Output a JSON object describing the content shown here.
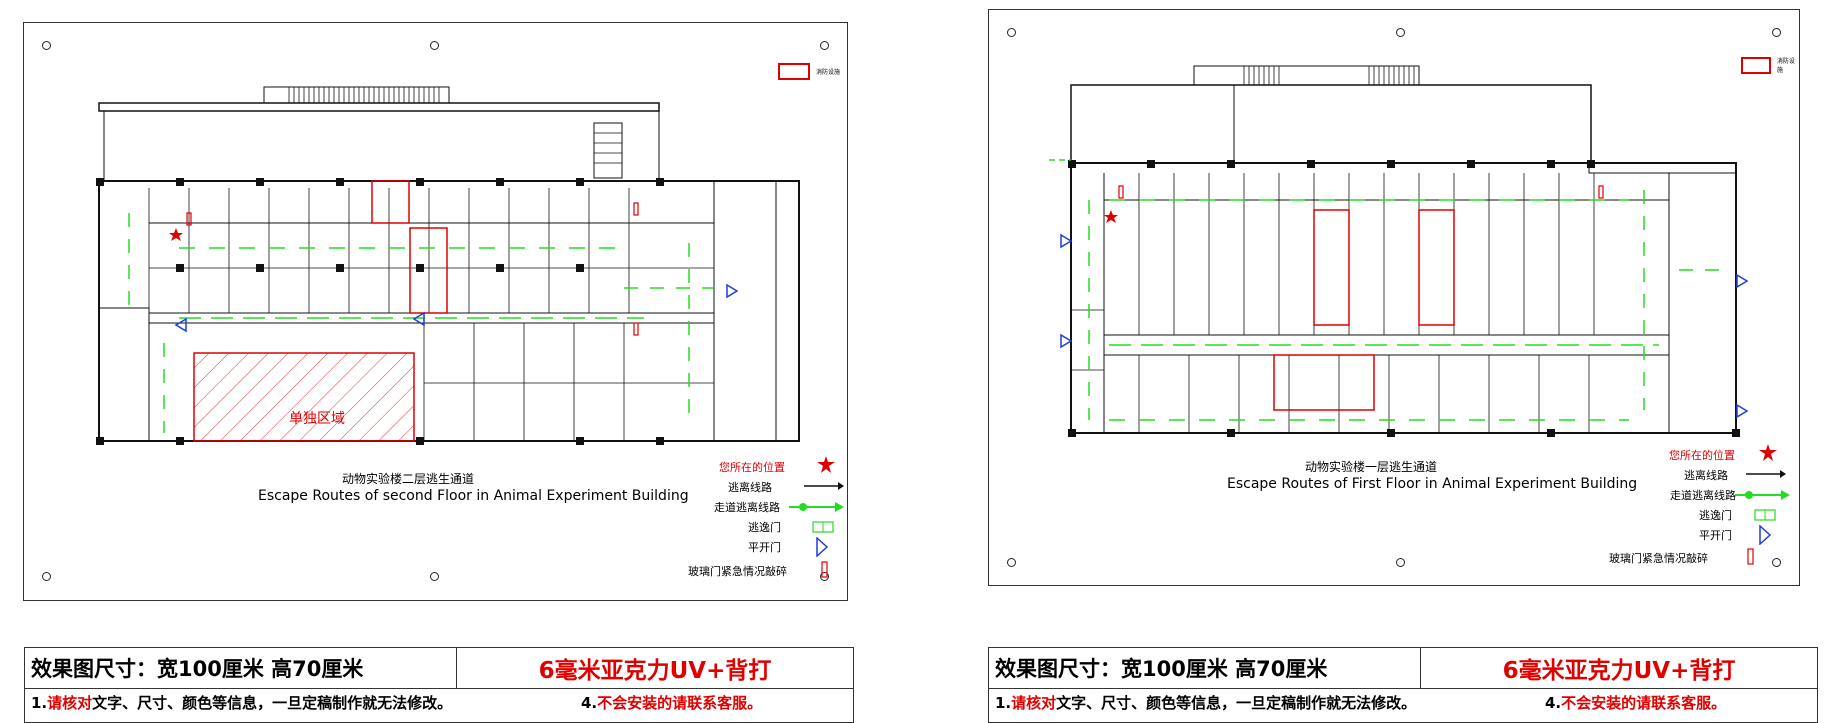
{
  "plans": [
    {
      "id": "second",
      "title_cn": "动物实验楼二层逃生通道",
      "title_en": "Escape Routes of second Floor in Animal Experiment Building",
      "isolation_zone_label": "单独区域",
      "fire_legend_label": "消防设施",
      "legend": {
        "you_are_here": "您所在的位置",
        "escape_route": "逃离线路",
        "corridor_route": "走道逃离线路",
        "escape_door": "逃逸门",
        "swing_door": "平开门",
        "glass_door": "玻璃门紧急情况敲碎"
      },
      "info": {
        "size": "效果图尺寸：宽100厘米  高70厘米",
        "material": "6毫米亚克力UV+背打",
        "note1_prefix": "1.",
        "note1_red": "请核对",
        "note1_rest": "文字、尺寸、颜色等信息，一旦定稿制作就无法修改。",
        "note4_prefix": "4.",
        "note4_red": "不会安装的请联系客服。"
      }
    },
    {
      "id": "first",
      "title_cn": "动物实验楼一层逃生通道",
      "title_en": "Escape Routes of First Floor in Animal Experiment Building",
      "fire_legend_label": "消防设施",
      "legend": {
        "you_are_here": "您所在的位置",
        "escape_route": "逃离线路",
        "corridor_route": "走道逃离线路",
        "escape_door": "逃逸门",
        "swing_door": "平开门",
        "glass_door": "玻璃门紧急情况敲碎"
      },
      "info": {
        "size": "效果图尺寸：宽100厘米  高70厘米",
        "material": "6毫米亚克力UV+背打",
        "note1_prefix": "1.",
        "note1_red": "请核对",
        "note1_rest": "文字、尺寸、颜色等信息，一旦定稿制作就无法修改。",
        "note4_prefix": "4.",
        "note4_red": "不会安装的请联系客服。"
      }
    }
  ],
  "colors": {
    "route_green": "#22dd22",
    "alert_red": "#e00000",
    "door_blue": "#1f3fd8",
    "wall": "#111111"
  }
}
